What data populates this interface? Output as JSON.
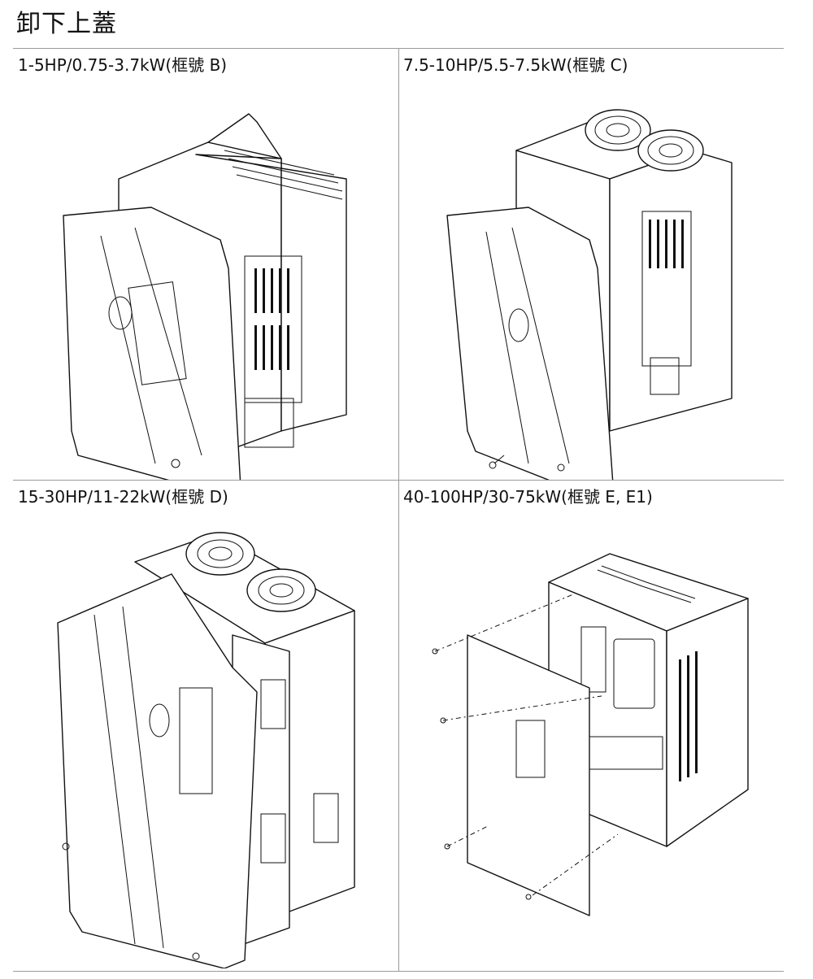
{
  "page": {
    "title": "卸下上蓋"
  },
  "panels": [
    {
      "caption": "1-5HP/0.75-3.7kW(框號  B)"
    },
    {
      "caption": "7.5-10HP/5.5-7.5kW(框號  C)"
    },
    {
      "caption": "15-30HP/11-22kW(框號  D)"
    },
    {
      "caption": "40-100HP/30-75kW(框號  E, E1)"
    }
  ]
}
